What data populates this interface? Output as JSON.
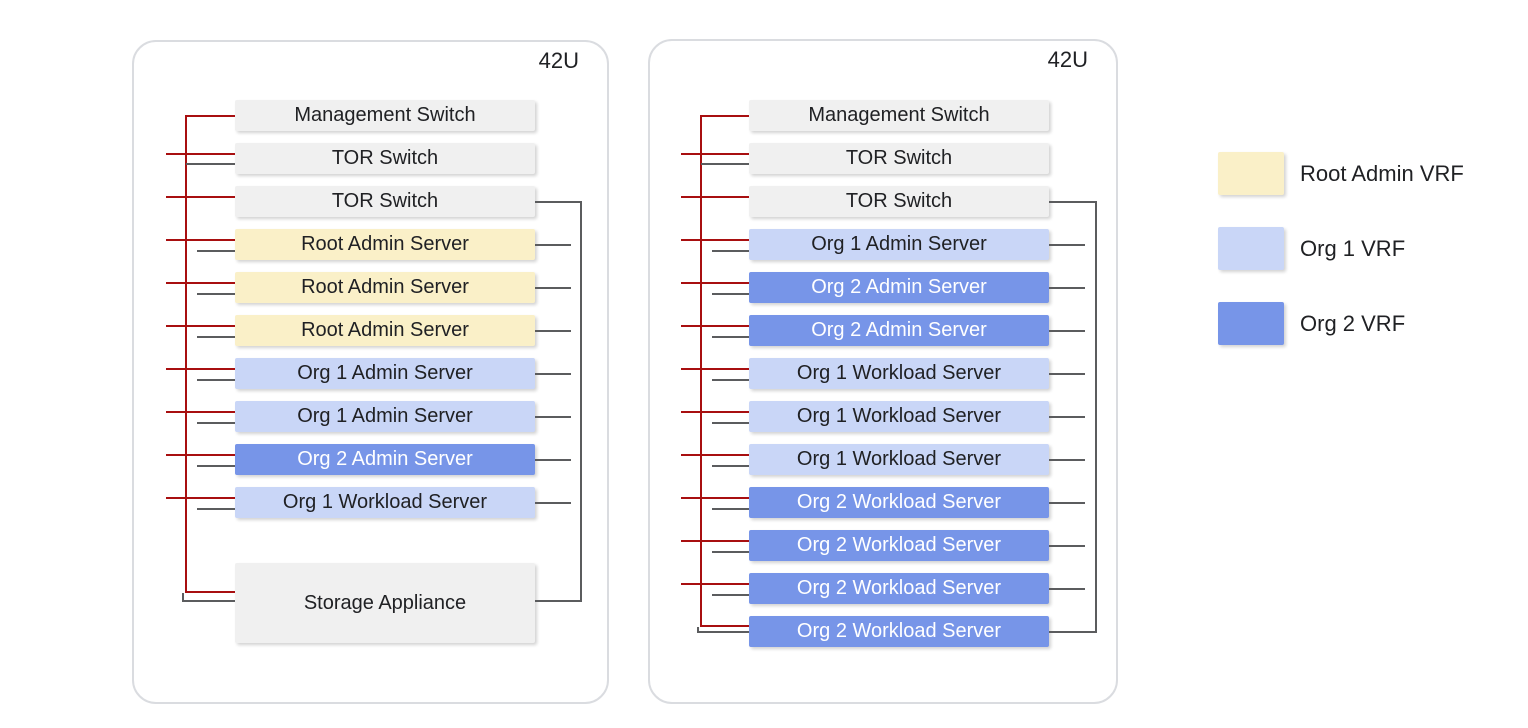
{
  "racks": [
    {
      "name": "rack-1",
      "capacity_label": "42U",
      "units": [
        {
          "label": "Management Switch",
          "type": "switch"
        },
        {
          "label": "TOR Switch",
          "type": "switch"
        },
        {
          "label": "TOR Switch",
          "type": "switch"
        },
        {
          "label": "Root Admin Server",
          "type": "root-admin"
        },
        {
          "label": "Root Admin Server",
          "type": "root-admin"
        },
        {
          "label": "Root Admin Server",
          "type": "root-admin"
        },
        {
          "label": "Org 1 Admin Server",
          "type": "org1"
        },
        {
          "label": "Org 1 Admin Server",
          "type": "org1"
        },
        {
          "label": "Org 2 Admin Server",
          "type": "org2"
        },
        {
          "label": "Org 1 Workload Server",
          "type": "org1"
        },
        {
          "label": "Storage Appliance",
          "type": "storage"
        }
      ]
    },
    {
      "name": "rack-2",
      "capacity_label": "42U",
      "units": [
        {
          "label": "Management Switch",
          "type": "switch"
        },
        {
          "label": "TOR Switch",
          "type": "switch"
        },
        {
          "label": "TOR Switch",
          "type": "switch"
        },
        {
          "label": "Org 1 Admin Server",
          "type": "org1"
        },
        {
          "label": "Org 2 Admin Server",
          "type": "org2"
        },
        {
          "label": "Org 2 Admin Server",
          "type": "org2"
        },
        {
          "label": "Org 1 Workload Server",
          "type": "org1"
        },
        {
          "label": "Org 1 Workload Server",
          "type": "org1"
        },
        {
          "label": "Org 1 Workload Server",
          "type": "org1"
        },
        {
          "label": "Org 2 Workload Server",
          "type": "org2"
        },
        {
          "label": "Org 2 Workload Server",
          "type": "org2"
        },
        {
          "label": "Org 2 Workload Server",
          "type": "org2"
        },
        {
          "label": "Org 2 Workload Server",
          "type": "org2"
        }
      ]
    }
  ],
  "legend": {
    "items": [
      {
        "label": "Root Admin VRF",
        "color": "#FAF0C8"
      },
      {
        "label": "Org 1 VRF",
        "color": "#C9D6F7"
      },
      {
        "label": "Org 2 VRF",
        "color": "#7795E8"
      }
    ]
  },
  "colors": {
    "root_admin_vrf": "#FAF0C8",
    "org1_vrf": "#C9D6F7",
    "org2_vrf": "#7795E8",
    "switch_fill": "#F0F0F0",
    "mgmt_line_red": "#A80F10",
    "data_line_gray": "#5B5C5E",
    "text_dark": "#202124",
    "text_on_org2": "#FFFFFF"
  }
}
